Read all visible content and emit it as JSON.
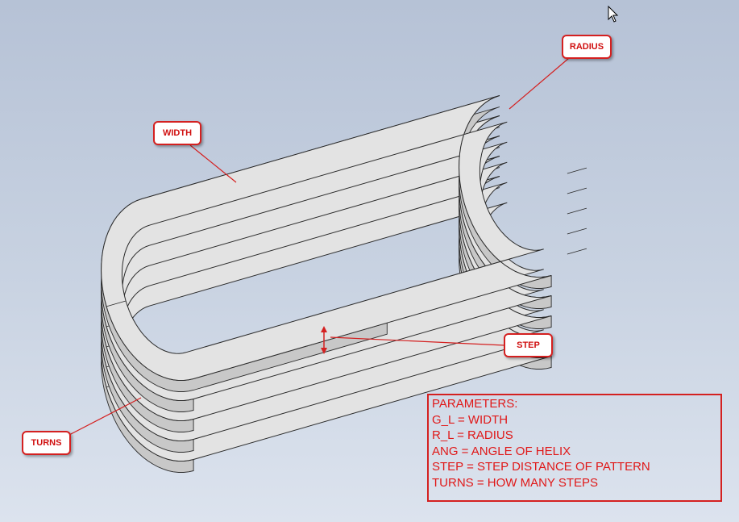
{
  "callouts": {
    "radius": "RADIUS",
    "width": "WIDTH",
    "step": "STEP",
    "turns": "TURNS"
  },
  "parameters": {
    "header": "PARAMETERS:",
    "lines": [
      "G_L = WIDTH",
      "R_L = RADIUS",
      "ANG = ANGLE OF HELIX",
      "STEP = STEP DISTANCE OF PATTERN",
      "TURNS = HOW MANY STEPS"
    ]
  },
  "model": {
    "turn_count": 5,
    "face_color": "#e3e3e3",
    "side_color": "#c8c8c8",
    "edge_color": "#2a2a2a"
  },
  "colors": {
    "annotation": "#d42020",
    "background_top": "#b6c2d6",
    "background_bottom": "#dce3ee"
  },
  "icons": {
    "cursor": "mouse-pointer-icon"
  }
}
